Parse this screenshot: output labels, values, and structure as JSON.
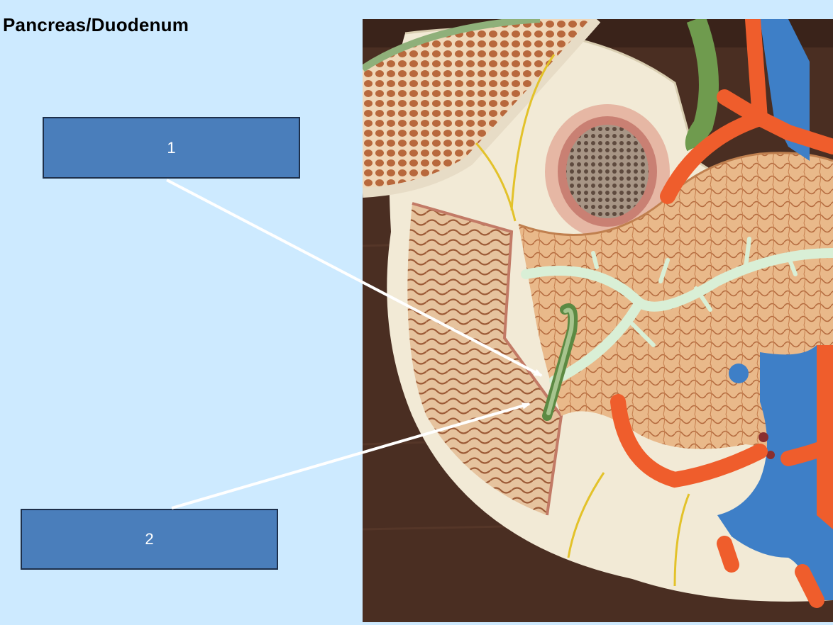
{
  "title": "Pancreas/Duodenum",
  "labels": [
    {
      "id": "1",
      "text": "1"
    },
    {
      "id": "2",
      "text": "2"
    }
  ],
  "colors": {
    "background": "#cdeaff",
    "label_fill": "#4a7ebb",
    "label_border": "#1d2f4a",
    "arrow": "#ffffff"
  }
}
